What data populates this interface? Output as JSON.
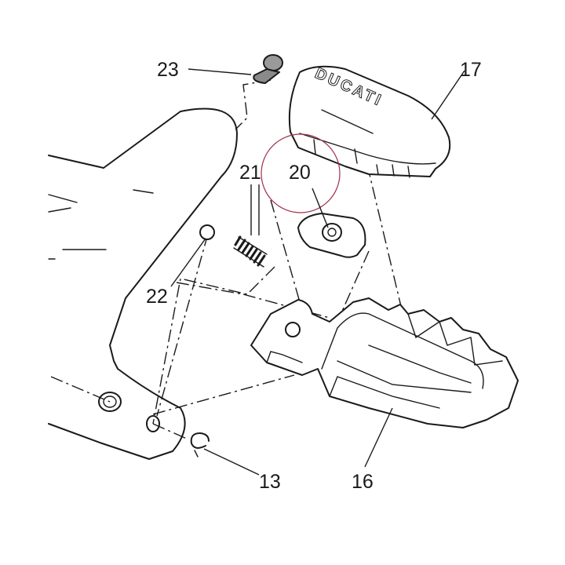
{
  "diagram": {
    "brand_text": "DUCATI",
    "highlight_color": "#a0304a",
    "parts": [
      {
        "id": "p13",
        "label": "13",
        "name": "circlip"
      },
      {
        "id": "p16",
        "label": "16",
        "name": "footpeg"
      },
      {
        "id": "p17",
        "label": "17",
        "name": "rubber-pad"
      },
      {
        "id": "p20",
        "label": "20",
        "name": "detent-plate"
      },
      {
        "id": "p21",
        "label": "21",
        "name": "spring"
      },
      {
        "id": "p22",
        "label": "22",
        "name": "ball"
      },
      {
        "id": "p23",
        "label": "23",
        "name": "fastener"
      }
    ]
  }
}
